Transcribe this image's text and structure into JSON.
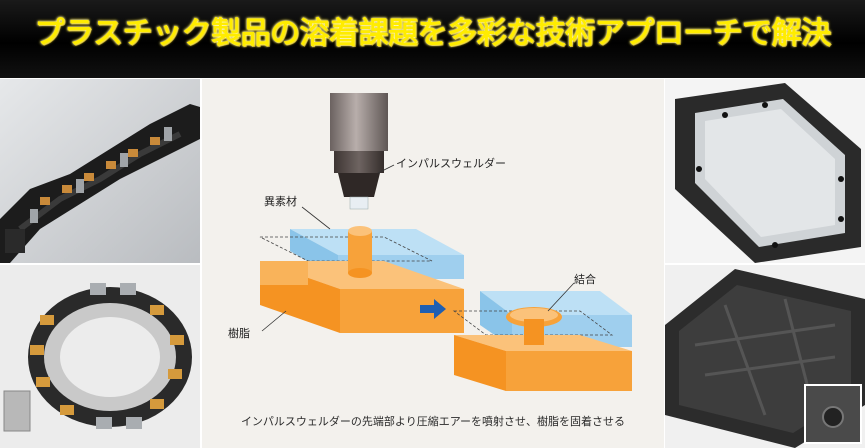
{
  "banner": {
    "title": "プラスチック製品の溶着課題を多彩な技術アプローチで解決",
    "title_color": "#ffec00"
  },
  "diagram": {
    "label_welder": "インパルスウェルダー",
    "label_dissimilar": "異素材",
    "label_resin": "樹脂",
    "label_bond": "結合",
    "caption": "インパルスウェルダーの先端部より圧縮エアーを噴射させ、樹脂を固着させる",
    "colors": {
      "resin": "#f7a23a",
      "dissimilar": "#9fcfee",
      "arrow": "#1f5fb2"
    }
  },
  "photos": [
    {
      "subject": "black plastic part with metal terminals"
    },
    {
      "subject": "ring-shaped plastic part with metal terminals"
    },
    {
      "subject": "black plastic frame with transparent window"
    },
    {
      "subject": "black plastic tray with close-up inset"
    }
  ]
}
